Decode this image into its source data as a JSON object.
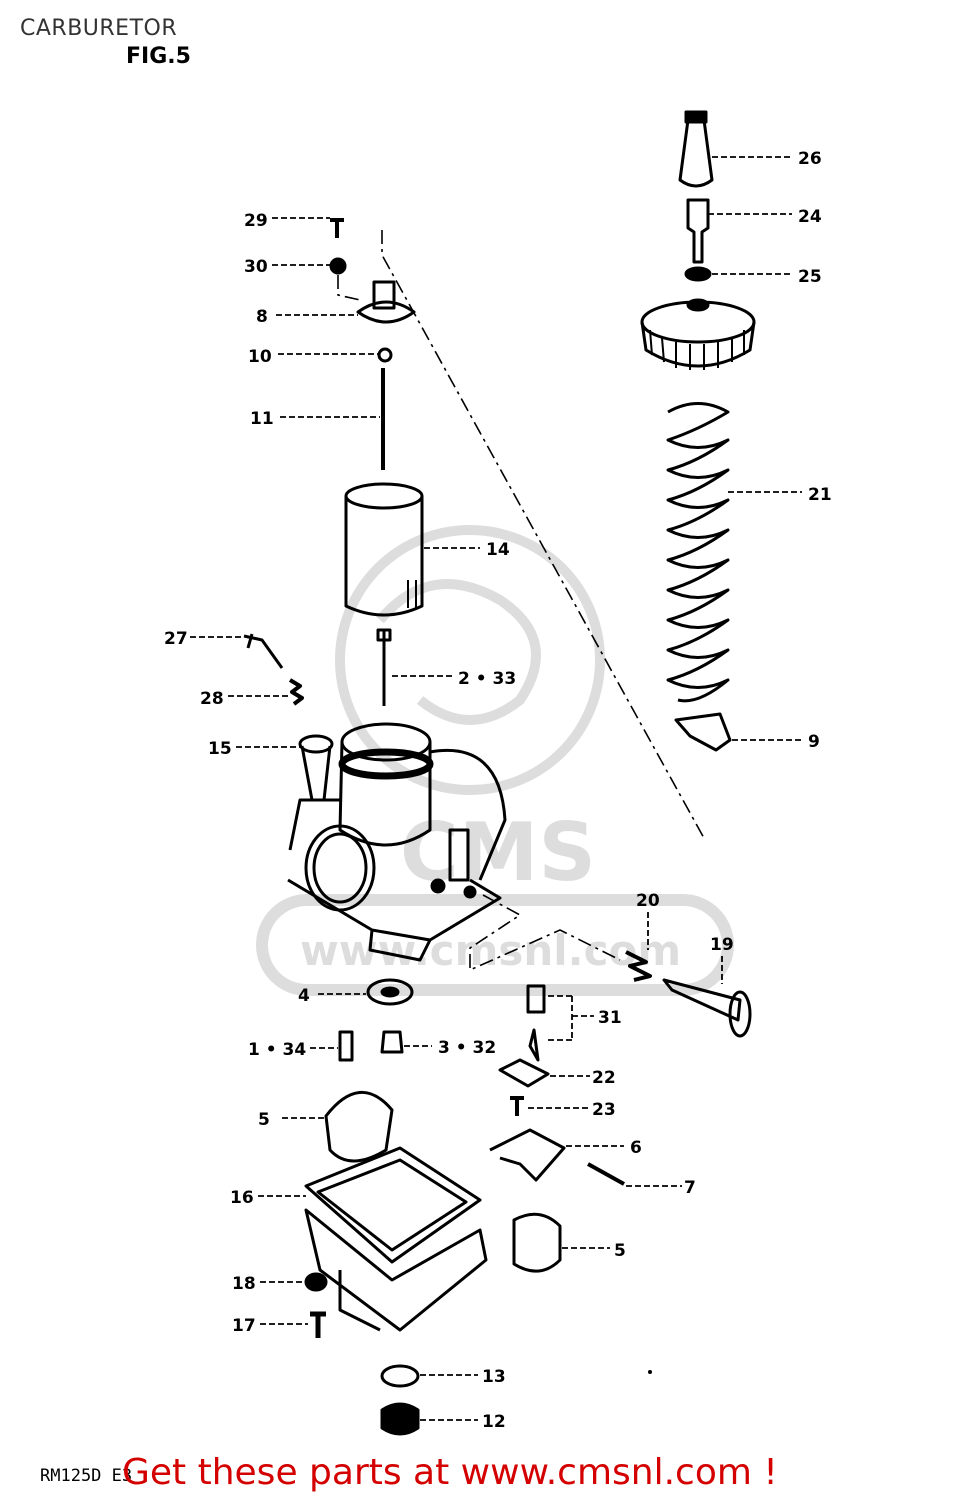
{
  "header": {
    "title": "CARBURETOR",
    "figure": "FIG.5"
  },
  "watermark": {
    "lettering": "CMS www.cmsnl.com"
  },
  "footer": {
    "model_code": "RM125D E3",
    "promo_text": "Get these parts at www.cmsnl.com !"
  },
  "callouts": [
    {
      "id": "c26",
      "label": "26"
    },
    {
      "id": "c24",
      "label": "24"
    },
    {
      "id": "c25",
      "label": "25"
    },
    {
      "id": "c21",
      "label": "21"
    },
    {
      "id": "c9",
      "label": "9"
    },
    {
      "id": "c29",
      "label": "29"
    },
    {
      "id": "c30",
      "label": "30"
    },
    {
      "id": "c8",
      "label": "8"
    },
    {
      "id": "c10",
      "label": "10"
    },
    {
      "id": "c11",
      "label": "11"
    },
    {
      "id": "c14",
      "label": "14"
    },
    {
      "id": "c27",
      "label": "27"
    },
    {
      "id": "c2_33",
      "label": "2 • 33"
    },
    {
      "id": "c28",
      "label": "28"
    },
    {
      "id": "c15",
      "label": "15"
    },
    {
      "id": "c20",
      "label": "20"
    },
    {
      "id": "c19",
      "label": "19"
    },
    {
      "id": "c4",
      "label": "4"
    },
    {
      "id": "c31",
      "label": "31"
    },
    {
      "id": "c1_34",
      "label": "1 • 34"
    },
    {
      "id": "c3_32",
      "label": "3 • 32"
    },
    {
      "id": "c22",
      "label": "22"
    },
    {
      "id": "c23",
      "label": "23"
    },
    {
      "id": "c5a",
      "label": "5"
    },
    {
      "id": "c6",
      "label": "6"
    },
    {
      "id": "c7",
      "label": "7"
    },
    {
      "id": "c16",
      "label": "16"
    },
    {
      "id": "c5b",
      "label": "5"
    },
    {
      "id": "c18",
      "label": "18"
    },
    {
      "id": "c17",
      "label": "17"
    },
    {
      "id": "c13",
      "label": "13"
    },
    {
      "id": "c12",
      "label": "12"
    }
  ]
}
